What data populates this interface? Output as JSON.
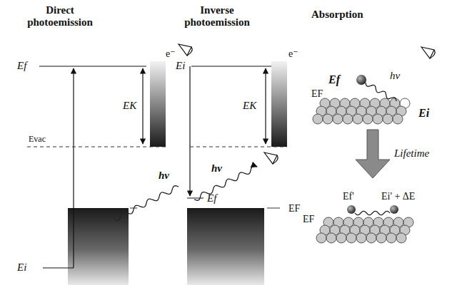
{
  "diagram": {
    "labels": [
      "Direct photoemission",
      "Inverse photoemission",
      "Absorption",
      "Ef",
      "EK",
      "e⁻",
      "Evac",
      "hν",
      "Ei",
      "EF",
      "Ei",
      "e⁻",
      "EK",
      "hν",
      "Ef",
      "Ef",
      "hν",
      "EF",
      "Ei",
      "Lifetime",
      "Ef'",
      "Ei' + ΔE",
      "EF"
    ]
  }
}
